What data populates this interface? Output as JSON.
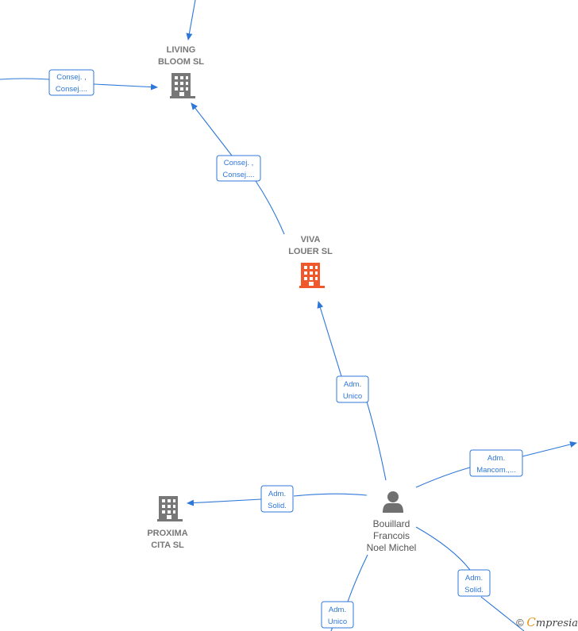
{
  "colors": {
    "link": "#2d77d8",
    "company": "#777777",
    "focus": "#f0572a",
    "person": "#707070"
  },
  "nodes": {
    "living_bloom": {
      "line1": "LIVING",
      "line2": "BLOOM  SL",
      "icon": "building-icon"
    },
    "viva_louer": {
      "line1": "VIVA",
      "line2": "LOUER  SL",
      "icon": "building-icon"
    },
    "proxima_cita": {
      "line1": "PROXIMA",
      "line2": "CITA  SL",
      "icon": "building-icon"
    },
    "person": {
      "line1": "Bouillard",
      "line2": "Francois",
      "line3": "Noel Michel",
      "icon": "person-icon"
    }
  },
  "edges": {
    "left_to_living": {
      "line1": "Consej. ,",
      "line2": "Consej...."
    },
    "viva_to_living": {
      "line1": "Consej. ,",
      "line2": "Consej...."
    },
    "person_to_viva": {
      "line1": "Adm.",
      "line2": "Unico"
    },
    "person_to_proxima": {
      "line1": "Adm.",
      "line2": "Solid."
    },
    "person_to_right": {
      "line1": "Adm.",
      "line2": "Mancom.,..."
    },
    "person_to_bottom_right": {
      "line1": "Adm.",
      "line2": "Solid."
    },
    "person_to_bottom": {
      "line1": "Adm.",
      "line2": "Unico"
    }
  },
  "brand": {
    "copyright": "©",
    "initial": "C",
    "rest": "mpresia"
  }
}
